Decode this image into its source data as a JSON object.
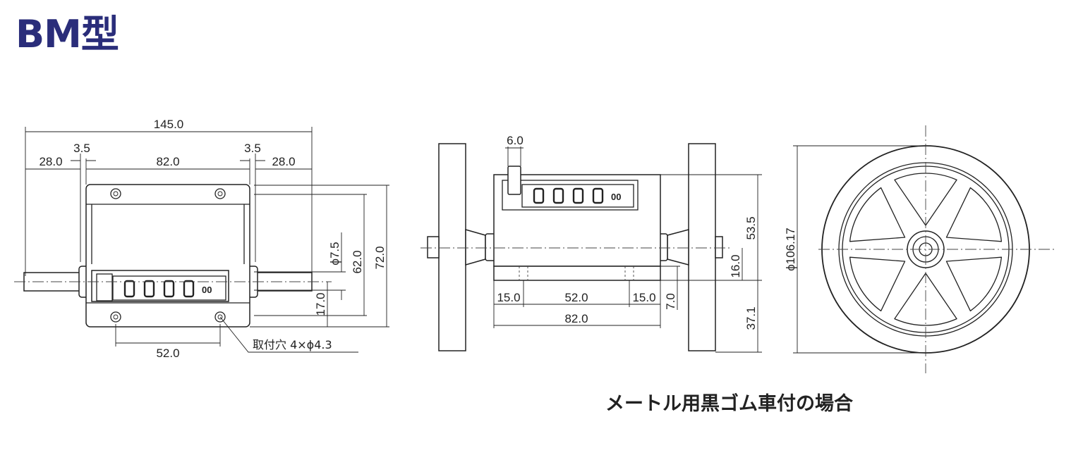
{
  "title": "BM型",
  "caption": "メートル用黒ゴム車付の場合",
  "front_view": {
    "overall_width": "145.0",
    "gap_left": "3.5",
    "gap_right": "3.5",
    "shaft_left": "28.0",
    "body_width": "82.0",
    "shaft_right": "28.0",
    "shaft_dia": "ϕ7.5",
    "hole_pitch_h": "62.0",
    "body_height": "72.0",
    "shaft_height": "17.0",
    "hole_pitch_w": "52.0",
    "mount_hole_note": "取付穴 4×ϕ4.3"
  },
  "side_view": {
    "knob_width": "6.0",
    "left_offset": "15.0",
    "base_width": "52.0",
    "right_offset": "15.0",
    "depth": "82.0",
    "base_height": "7.0",
    "top_height": "53.5",
    "axis_offset": "16.0",
    "bottom_height": "37.1"
  },
  "wheel_view": {
    "wheel_dia": "ϕ106.17"
  },
  "counter": {
    "digits": [
      "0",
      "0",
      "0",
      "0"
    ],
    "small_digits": "00"
  }
}
